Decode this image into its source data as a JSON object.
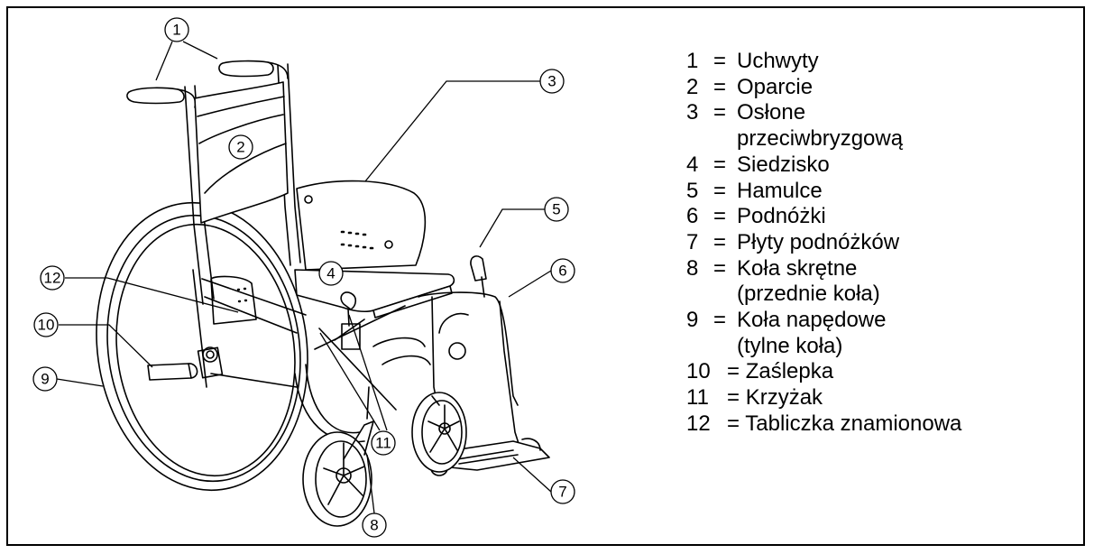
{
  "legend": [
    {
      "num": "1",
      "label": "Uchwyty"
    },
    {
      "num": "2",
      "label": "Oparcie"
    },
    {
      "num": "3",
      "label": "Osłone",
      "label_cont": "przeciwbryzgową"
    },
    {
      "num": "4",
      "label": "Siedzisko"
    },
    {
      "num": "5",
      "label": "Hamulce"
    },
    {
      "num": "6",
      "label": "Podnóżki"
    },
    {
      "num": "7",
      "label": "Płyty podnóżków"
    },
    {
      "num": "8",
      "label": "Koła skrętne",
      "label_cont": "(przednie koła)"
    },
    {
      "num": "9",
      "label": "Koła napędowe",
      "label_cont": "(tylne koła)"
    },
    {
      "num": "10",
      "label": "Zaślepka"
    },
    {
      "num": "11",
      "label": "Krzyżak"
    },
    {
      "num": "12",
      "label": "Tabliczka znamionowa"
    }
  ],
  "callouts": {
    "c1": "1",
    "c2": "2",
    "c3": "3",
    "c4": "4",
    "c5": "5",
    "c6": "6",
    "c7": "7",
    "c8": "8",
    "c9": "9",
    "c10": "10",
    "c11": "11",
    "c12": "12"
  }
}
